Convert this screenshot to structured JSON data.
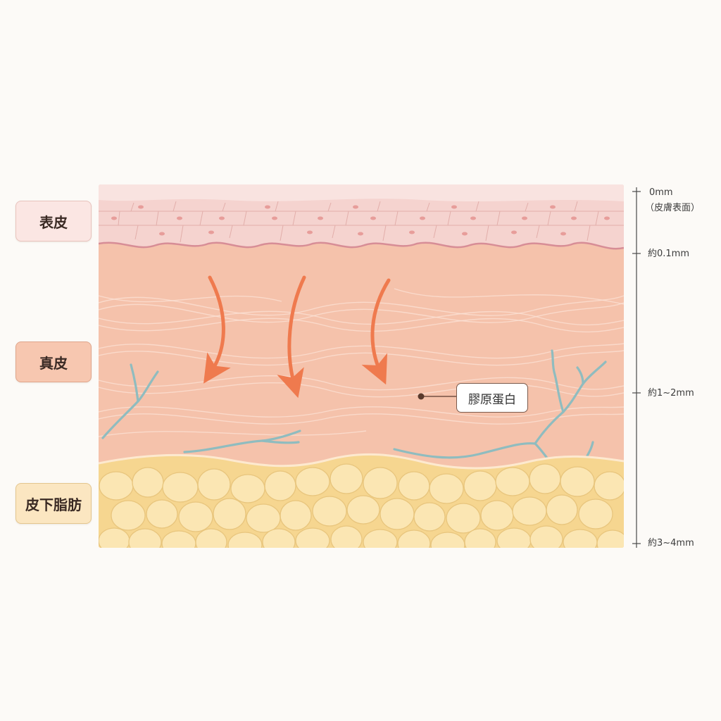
{
  "layers": {
    "epidermis": "表皮",
    "dermis": "真皮",
    "subcutaneous": "皮下脂肪"
  },
  "scale": {
    "surface_depth": "0mm",
    "surface_note": "（皮膚表面）",
    "epidermis_depth": "約0.1mm",
    "dermis_depth": "約1~2mm",
    "subcutaneous_depth": "約3~4mm"
  },
  "callout": {
    "collagen": "膠原蛋白"
  },
  "colors": {
    "epidermis": "#f7d4d0",
    "dermis": "#f5bfa8",
    "fat": "#f8dd9e",
    "arrow": "#ef7a4e",
    "vessel": "#8fbcbf"
  }
}
